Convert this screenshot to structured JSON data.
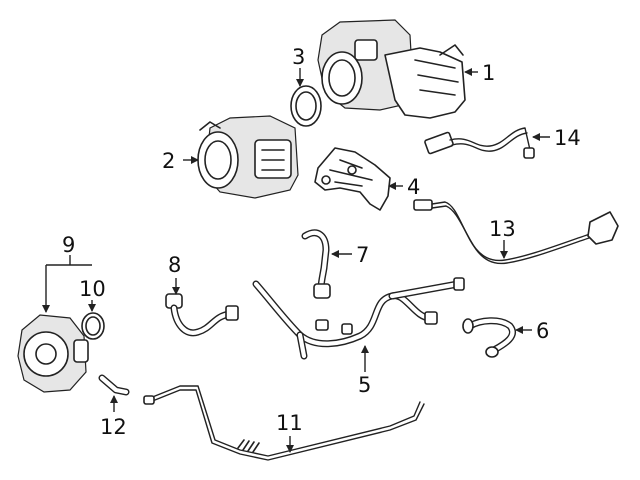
{
  "callouts": {
    "c1": "1",
    "c2": "2",
    "c3": "3",
    "c4": "4",
    "c5": "5",
    "c6": "6",
    "c7": "7",
    "c8": "8",
    "c9": "9",
    "c10": "10",
    "c11": "11",
    "c12": "12",
    "c13": "13",
    "c14": "14"
  },
  "colors": {
    "line": "#222222",
    "background": "#ffffff"
  }
}
